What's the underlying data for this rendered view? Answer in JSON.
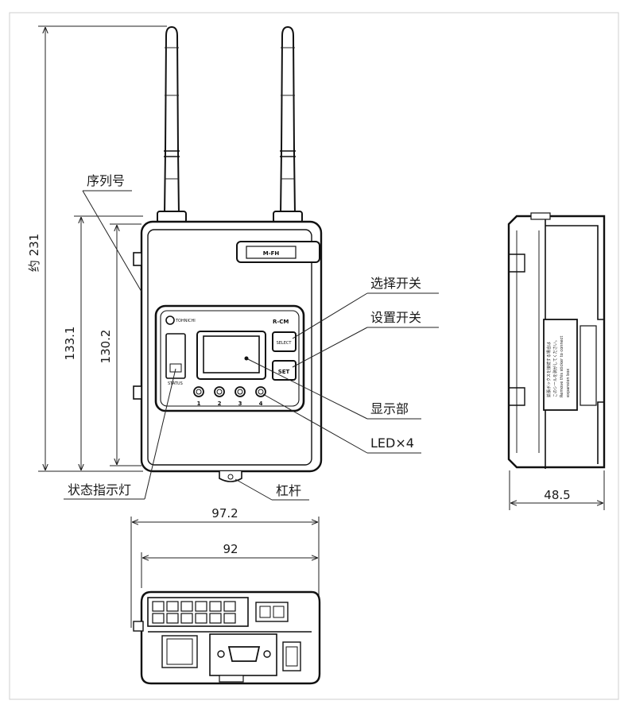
{
  "dimensions": {
    "height_total": "约 231",
    "height_body": "133.1",
    "height_inner": "130.2",
    "width_total": "97.2",
    "width_body": "92",
    "depth": "48.5"
  },
  "callouts": {
    "serial_number": "序列号",
    "select_switch": "选择开关",
    "set_switch": "设置开关",
    "display": "显示部",
    "led": "LED×4",
    "status_led": "状态指示灯",
    "lever": "杠杆"
  },
  "device": {
    "model_plate": "M-FH",
    "brand": "TOHNICHI",
    "panel_model": "R-CM",
    "select_key": "SELECT",
    "set_key": "SET",
    "status_label": "STATUS",
    "led_numbers": [
      "1",
      "2",
      "3",
      "4"
    ],
    "side_notice_lines": [
      "拡張ボックスを接続する場合は",
      "このシールを剥がしてください。",
      "Remove this sticker to connect",
      "expansion box"
    ]
  }
}
